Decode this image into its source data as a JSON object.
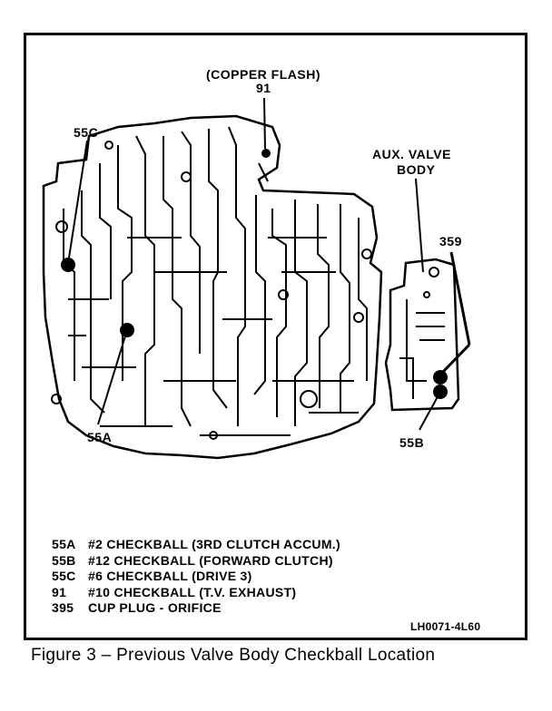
{
  "labels": {
    "copper_flash": "(COPPER FLASH)",
    "ball_91": "91",
    "ball_55c": "55C",
    "aux_valve_line1": "AUX. VALVE",
    "aux_valve_line2": "BODY",
    "plug_359": "359",
    "ball_55a": "55A",
    "ball_55b": "55B"
  },
  "legend": [
    {
      "code": "55A",
      "text": "#2 CHECKBALL (3RD CLUTCH ACCUM.)"
    },
    {
      "code": "55B",
      "text": "#12 CHECKBALL (FORWARD CLUTCH)"
    },
    {
      "code": "55C",
      "text": "#6 CHECKBALL (DRIVE 3)"
    },
    {
      "code": "91",
      "text": "#10 CHECKBALL (T.V. EXHAUST)"
    },
    {
      "code": "395",
      "text": "CUP PLUG - ORIFICE"
    }
  ],
  "reference_code": "LH0071-4L60",
  "caption": "Figure 3 – Previous Valve Body Checkball Location"
}
